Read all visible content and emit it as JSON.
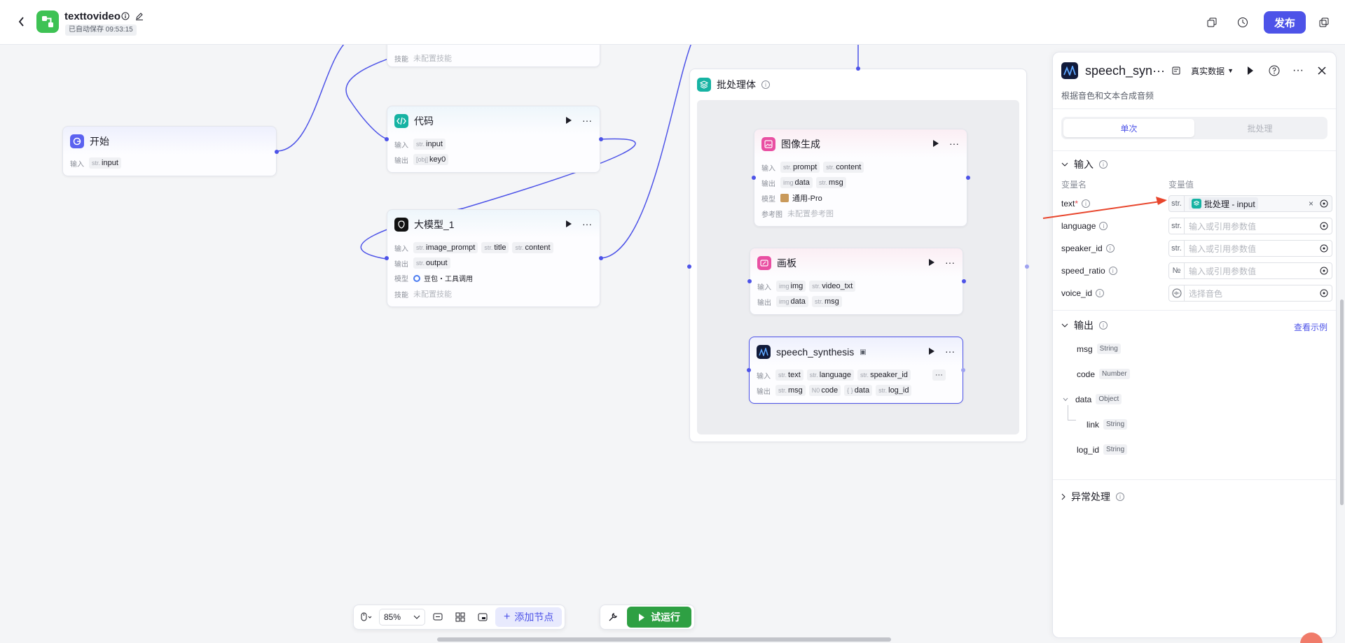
{
  "app": {
    "title": "texttovideo",
    "autosave": "已自动保存 09:53:15",
    "publish_label": "发布"
  },
  "canvas": {
    "top_partial_node": {
      "skill_label": "技能",
      "skill_value": "未配置技能"
    },
    "start_node": {
      "title": "开始",
      "input_label": "输入",
      "input_chip": {
        "type": "str.",
        "name": "input"
      }
    },
    "code_node": {
      "title": "代码",
      "input_label": "输入",
      "input_chip": {
        "type": "str.",
        "name": "input"
      },
      "output_label": "输出",
      "output_chip": {
        "type": "[obj]",
        "name": "key0"
      }
    },
    "llm_node": {
      "title": "大模型_1",
      "input_label": "输入",
      "inputs": [
        {
          "type": "str.",
          "name": "image_prompt"
        },
        {
          "type": "str.",
          "name": "title"
        },
        {
          "type": "str.",
          "name": "content"
        }
      ],
      "output_label": "输出",
      "output_chip": {
        "type": "str.",
        "name": "output"
      },
      "model_label": "模型",
      "model_value": "豆包・工具调用",
      "skill_label": "技能",
      "skill_value": "未配置技能"
    },
    "batch": {
      "title": "批处理体",
      "image_node": {
        "title": "图像生成",
        "input_label": "输入",
        "inputs": [
          {
            "type": "str.",
            "name": "prompt"
          },
          {
            "type": "str.",
            "name": "content"
          }
        ],
        "output_label": "输出",
        "outputs": [
          {
            "type": "img",
            "name": "data"
          },
          {
            "type": "str.",
            "name": "msg"
          }
        ],
        "model_label": "模型",
        "model_value": "通用-Pro",
        "ref_label": "参考图",
        "ref_value": "未配置参考图"
      },
      "canvas_node": {
        "title": "画板",
        "input_label": "输入",
        "inputs": [
          {
            "type": "img",
            "name": "img"
          },
          {
            "type": "str.",
            "name": "video_txt"
          }
        ],
        "output_label": "输出",
        "outputs": [
          {
            "type": "img",
            "name": "data"
          },
          {
            "type": "str.",
            "name": "msg"
          }
        ]
      },
      "speech_node": {
        "title": "speech_synthesis",
        "input_label": "输入",
        "inputs": [
          {
            "type": "str.",
            "name": "text"
          },
          {
            "type": "str.",
            "name": "language"
          },
          {
            "type": "str.",
            "name": "speaker_id"
          }
        ],
        "more": "···",
        "output_label": "输出",
        "outputs": [
          {
            "type": "str.",
            "name": "msg"
          },
          {
            "type": "N0",
            "name": "code"
          },
          {
            "type": "{ }",
            "name": "data"
          },
          {
            "type": "str.",
            "name": "log_id"
          }
        ]
      }
    }
  },
  "bottom_toolbar": {
    "zoom": "85%",
    "add_node_label": "添加节点",
    "run_label": "试运行"
  },
  "panel": {
    "title": "speech_syn···",
    "data_mode": "真实数据",
    "description": "根据音色和文本合成音频",
    "tabs": [
      {
        "label": "单次",
        "active": true
      },
      {
        "label": "批处理",
        "active": false
      }
    ],
    "input_section": {
      "title": "输入",
      "col_name": "变量名",
      "col_value": "变量值",
      "params": [
        {
          "name": "text",
          "required": "*",
          "type": "str.",
          "ref": "批处理 - input",
          "placeholder": ""
        },
        {
          "name": "language",
          "required": "",
          "type": "str.",
          "ref": "",
          "placeholder": "输入或引用参数值"
        },
        {
          "name": "speaker_id",
          "required": "",
          "type": "str.",
          "ref": "",
          "placeholder": "输入或引用参数值"
        },
        {
          "name": "speed_ratio",
          "required": "",
          "type": "№",
          "ref": "",
          "placeholder": "输入或引用参数值"
        },
        {
          "name": "voice_id",
          "required": "",
          "type": "voice",
          "ref": "",
          "placeholder": "选择音色"
        }
      ]
    },
    "output_section": {
      "title": "输出",
      "example_link": "查看示例",
      "outputs": [
        {
          "name": "msg",
          "type": "String"
        },
        {
          "name": "code",
          "type": "Number"
        },
        {
          "name": "data",
          "type": "Object"
        },
        {
          "name": "link",
          "type": "String"
        },
        {
          "name": "log_id",
          "type": "String"
        }
      ]
    },
    "error_section": {
      "title": "异常处理"
    }
  },
  "colors": {
    "accent": "#4d53e8",
    "run": "#2ea043",
    "edge": "#4d53e8",
    "annotation_arrow": "#e8452c"
  }
}
